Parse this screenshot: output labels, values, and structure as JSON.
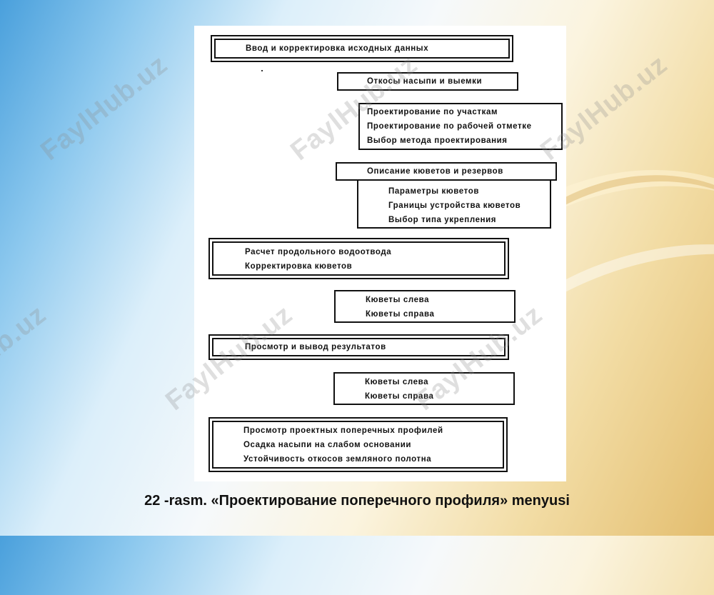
{
  "watermark": "FaylHub.uz",
  "boxes": {
    "b1": [
      "Ввод и корректировка исходных данных"
    ],
    "b2": [
      "Откосы насыпи и выемки"
    ],
    "b3": [
      "Проектирование по участкам",
      "Проектирование по рабочей отметке",
      "Выбор метода проектирования"
    ],
    "b4": [
      "Описание кюветов и резервов"
    ],
    "b5": [
      "Параметры кюветов",
      "Границы устройства кюветов",
      "Выбор типа укрепления"
    ],
    "b6": [
      "Расчет продольного водоотвода",
      "Корректировка кюветов"
    ],
    "b7": [
      "Кюветы слева",
      "Кюветы справа"
    ],
    "b8": [
      "Просмотр и вывод результатов"
    ],
    "b9": [
      "Кюветы слева",
      "Кюветы справа"
    ],
    "b10": [
      "Просмотр проектных поперечных профилей",
      "Осадка насыпи на слабом основании",
      "Устойчивость откосов земляного полотна"
    ]
  },
  "caption": "22 -rasm. «Проектирование поперечного профиля» menyusi"
}
